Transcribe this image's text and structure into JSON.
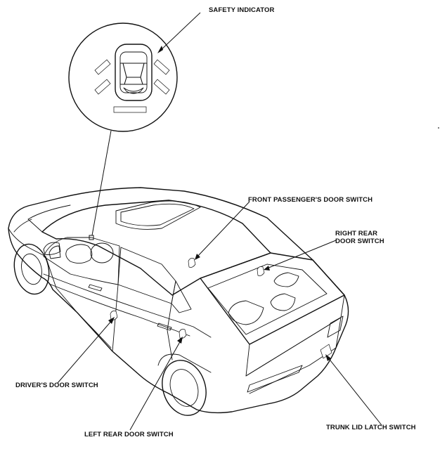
{
  "labels": {
    "safety_indicator": "SAFETY INDICATOR",
    "front_passenger_door_switch": "FRONT PASSENGER'S DOOR SWITCH",
    "right_rear_door_switch_line1": "RIGHT REAR",
    "right_rear_door_switch_line2": "DOOR SWITCH",
    "drivers_door_switch": "DRIVER'S DOOR SWITCH",
    "left_rear_door_switch": "LEFT REAR DOOR SWITCH",
    "trunk_lid_latch_switch": "TRUNK LID LATCH SWITCH"
  }
}
